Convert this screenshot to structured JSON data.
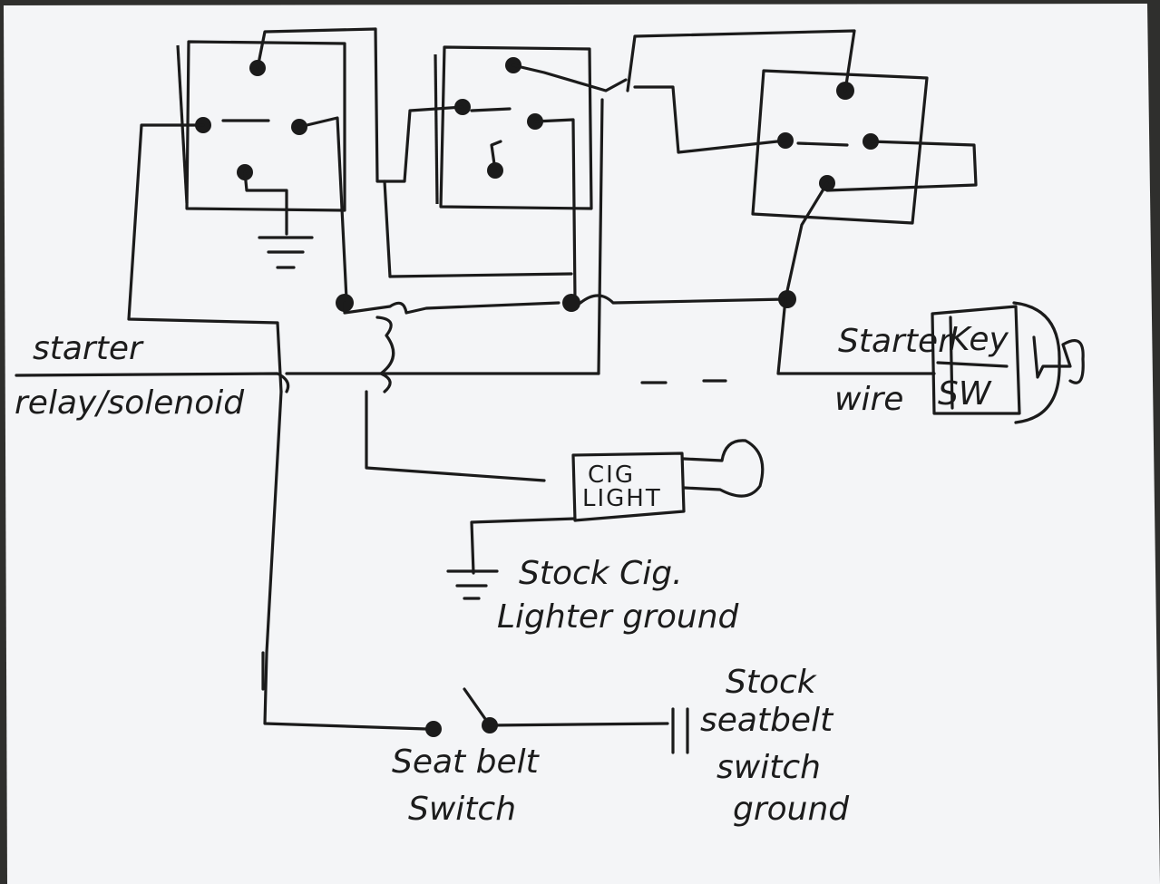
{
  "colors": {
    "paper": "#f4f5f7",
    "ink": "#1b1b1b",
    "background": "#2f2f2d"
  },
  "labels": {
    "starter_relay_line1": "starter",
    "starter_relay_line2": "relay/solenoid",
    "starter_wire_line1": "Starter",
    "starter_wire_line2": "wire",
    "key_switch_line1": "Key",
    "key_switch_line2": "SW",
    "cig_light_line1": "CIG",
    "cig_light_line2": "LIGHT",
    "cig_ground_line1": "Stock Cig.",
    "cig_ground_line2": "Lighter ground",
    "seatbelt_switch_line1": "Seat belt",
    "seatbelt_switch_line2": "Switch",
    "seatbelt_ground_line1": "Stock",
    "seatbelt_ground_line2": "seatbelt",
    "seatbelt_ground_line3": "switch",
    "seatbelt_ground_line4": "ground"
  },
  "icons": [
    "ground-symbol-icon",
    "relay-icon",
    "switch-icon",
    "cigarette-lighter-icon",
    "key-switch-icon"
  ]
}
